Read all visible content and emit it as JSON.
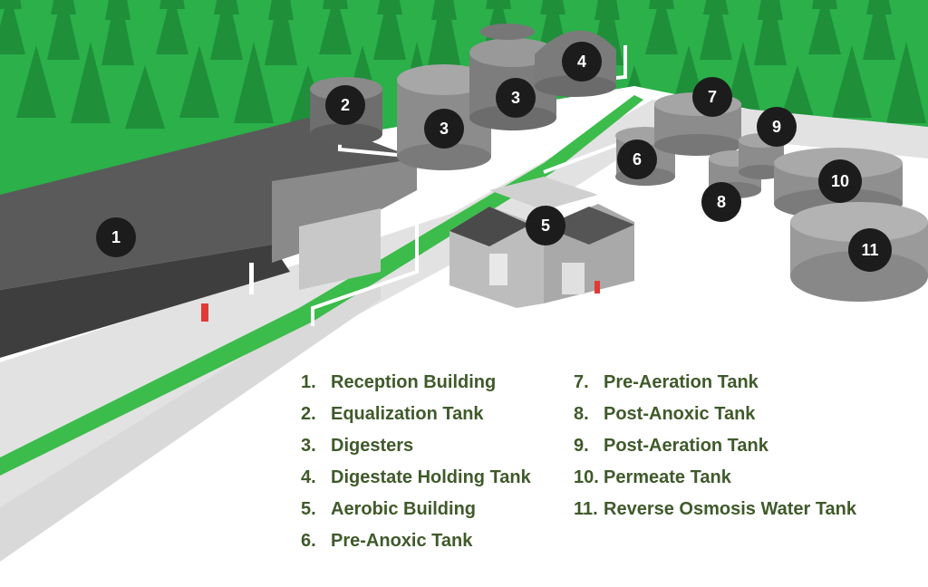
{
  "colors": {
    "forest": "#2bb04a",
    "tree": "#1f8f3a",
    "stripe": "#3cbc4b",
    "road": "#d4d4d4",
    "building_dark": "#4a4a4a",
    "tank": "#8f8f8f",
    "badge": "#1c1c1c",
    "legend_text": "#3f5a2a"
  },
  "badges": [
    {
      "id": "1",
      "label": "1"
    },
    {
      "id": "2",
      "label": "2"
    },
    {
      "id": "3a",
      "label": "3"
    },
    {
      "id": "3b",
      "label": "3"
    },
    {
      "id": "4",
      "label": "4"
    },
    {
      "id": "5",
      "label": "5"
    },
    {
      "id": "6",
      "label": "6"
    },
    {
      "id": "7",
      "label": "7"
    },
    {
      "id": "8",
      "label": "8"
    },
    {
      "id": "9",
      "label": "9"
    },
    {
      "id": "10",
      "label": "10"
    },
    {
      "id": "11",
      "label": "11"
    }
  ],
  "legend": {
    "left": [
      {
        "num": "1.",
        "label": "Reception Building"
      },
      {
        "num": "2.",
        "label": "Equalization Tank"
      },
      {
        "num": "3.",
        "label": "Digesters"
      },
      {
        "num": "4.",
        "label": "Digestate Holding Tank"
      },
      {
        "num": "5.",
        "label": "Aerobic Building"
      },
      {
        "num": "6.",
        "label": "Pre-Anoxic Tank"
      }
    ],
    "right": [
      {
        "num": "7.",
        "label": "Pre-Aeration Tank"
      },
      {
        "num": "8.",
        "label": "Post-Anoxic Tank"
      },
      {
        "num": "9.",
        "label": "Post-Aeration Tank"
      },
      {
        "num": "10.",
        "label": "Permeate Tank"
      },
      {
        "num": "11.",
        "label": "Reverse Osmosis Water Tank"
      }
    ]
  }
}
